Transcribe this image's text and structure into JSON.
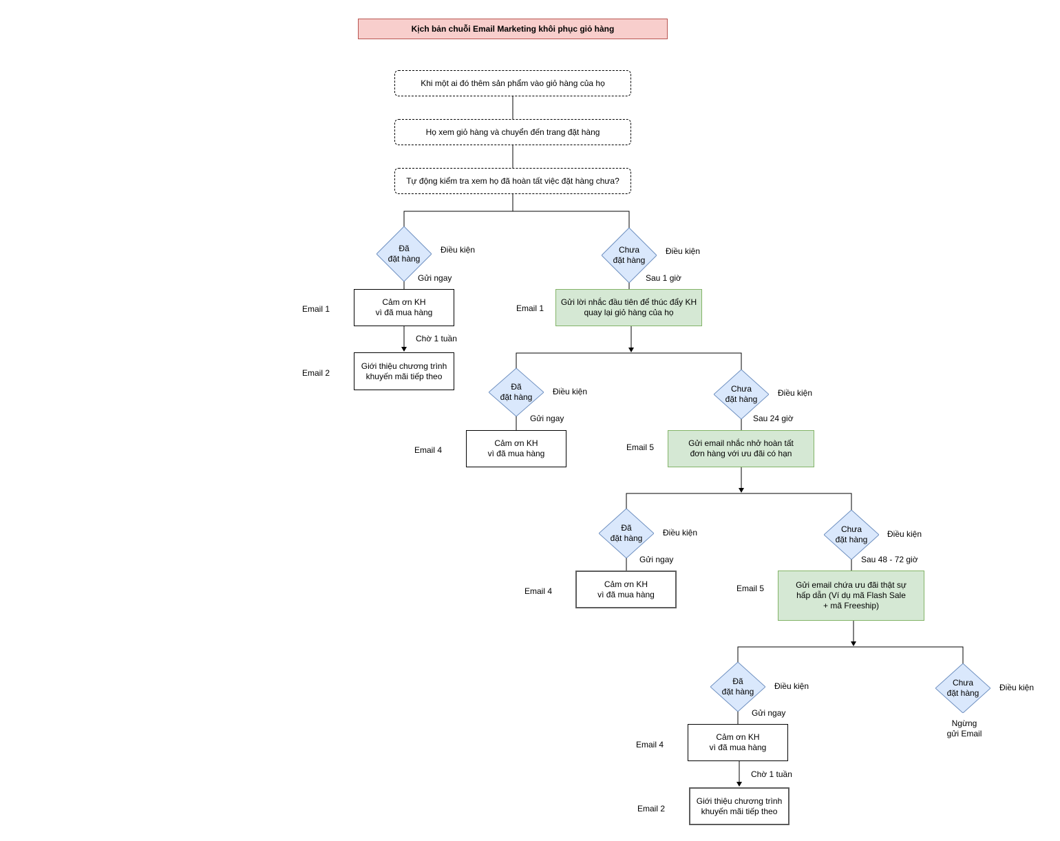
{
  "title": "Kịch bản chuỗi Email Marketing khôi phục giỏ hàng",
  "steps": {
    "s1": "Khi một ai đó thêm sản phẩm vào giỏ hàng của họ",
    "s2": "Họ xem giỏ hàng và chuyển đến trang đặt hàng",
    "s3": "Tự động kiểm tra xem họ đã  hoàn tất việc đặt hàng chưa?"
  },
  "decisions": {
    "ordered": "Đã\nđặt hàng",
    "not_ordered": "Chưa\nđặt hàng",
    "condition": "Điều kiện"
  },
  "timing": {
    "send_now": "Gửi ngay",
    "wait_week": "Chờ 1 tuần",
    "after_1h": "Sau 1 giờ",
    "after_24h": "Sau 24 giờ",
    "after_48_72h": "Sau 48 - 72 giờ"
  },
  "emails": {
    "thank_you": "Cảm ơn KH\nvì đã mua hàng",
    "promo_intro": "Giới thiệu chương trình\nkhuyến mãi tiếp theo",
    "reminder_1": "Gửi lời nhắc đầu tiên để thúc đẩy KH\nquay lại giỏ hàng của họ",
    "reminder_2": "Gửi email nhắc nhở hoàn tất\nđơn hàng với ưu đãi có hạn",
    "reminder_3": "Gửi email chứa ưu đãi thật sự\nhấp dẫn (Ví dụ mã Flash Sale\n+ mã Freeship)",
    "stop": "Ngừng\ngửi Email"
  },
  "email_labels": {
    "e1": "Email 1",
    "e2": "Email 2",
    "e4": "Email 4",
    "e5": "Email 5"
  },
  "colors": {
    "title_fill": "#f8cecc",
    "title_stroke": "#b85450",
    "diamond_fill": "#dae8fc",
    "diamond_stroke": "#6c8ebf",
    "green_fill": "#d5e8d4",
    "green_stroke": "#82b366"
  }
}
